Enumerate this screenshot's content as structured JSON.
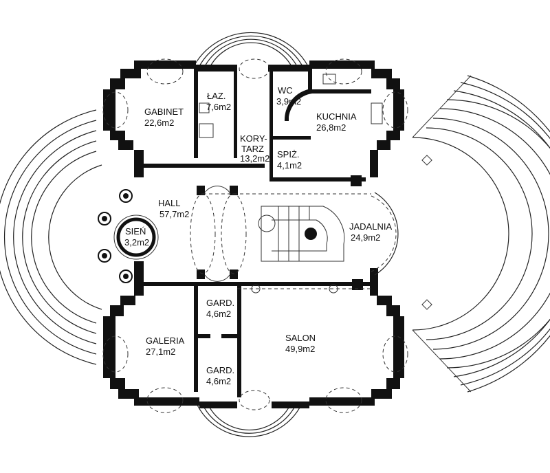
{
  "rooms": [
    {
      "id": "gabinet",
      "name": "GABINET",
      "area": "22,6m2"
    },
    {
      "id": "lazienka",
      "name": "ŁAZ.",
      "area": "7,6m2"
    },
    {
      "id": "wc",
      "name": "WC",
      "area": "3,9m2"
    },
    {
      "id": "kuchnia",
      "name": "KUCHNIA",
      "area": "26,8m2"
    },
    {
      "id": "korytarz",
      "name": "KORY-",
      "name2": "TARZ",
      "area": "13,2m2"
    },
    {
      "id": "spizarnia",
      "name": "SPIŻ.",
      "area": "4,1m2"
    },
    {
      "id": "hall",
      "name": "HALL",
      "area": "57,7m2"
    },
    {
      "id": "sien",
      "name": "SIEŃ",
      "area": "3,2m2"
    },
    {
      "id": "jadalnia",
      "name": "JADALNIA",
      "area": "24,9m2"
    },
    {
      "id": "garderoba1",
      "name": "GARD.",
      "area": "4,6m2"
    },
    {
      "id": "galeria",
      "name": "GALERIA",
      "area": "27,1m2"
    },
    {
      "id": "salon",
      "name": "SALON",
      "area": "49,9m2"
    },
    {
      "id": "garderoba2",
      "name": "GARD.",
      "area": "4,6m2"
    }
  ],
  "colors": {
    "ink": "#111111",
    "background": "#ffffff"
  }
}
